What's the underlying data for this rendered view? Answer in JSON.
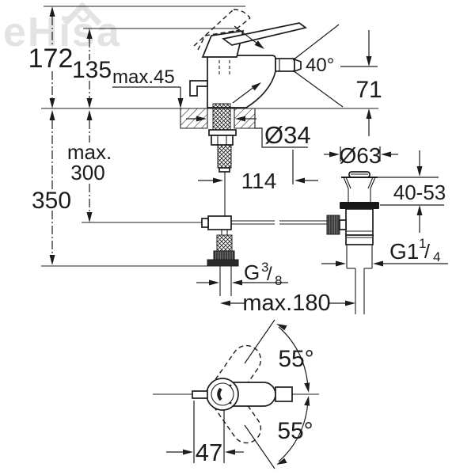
{
  "watermark": {
    "text": "eHiša"
  },
  "drawing": {
    "side_view": {
      "height_total": "172",
      "height_to_lever": "135",
      "deck_thickness_max": "max.45",
      "aerator_angle": "40°",
      "spout_height": "71",
      "hole_diameter": "Ø34",
      "distance_rod": "114",
      "hose_depth_max_line1": "max.",
      "hose_depth_max_line2": "300",
      "supply_length": "350",
      "waste_flange_diameter": "Ø63",
      "clamping_range": "40-53",
      "waste_thread": {
        "base": "G1",
        "sup": "1",
        "slash": "/",
        "sub": "4"
      },
      "supply_thread": {
        "base": "G",
        "sup": "3",
        "slash": "/",
        "sub": "8"
      },
      "rod_reach_max": "max.180"
    },
    "top_view": {
      "swivel_angle_up": "55°",
      "swivel_angle_down": "55°",
      "handle_offset": "47"
    }
  },
  "colors": {
    "line_color": "#1c1c1c",
    "watermark_color": "#e3e3e3",
    "gasket_color": "#161616"
  }
}
